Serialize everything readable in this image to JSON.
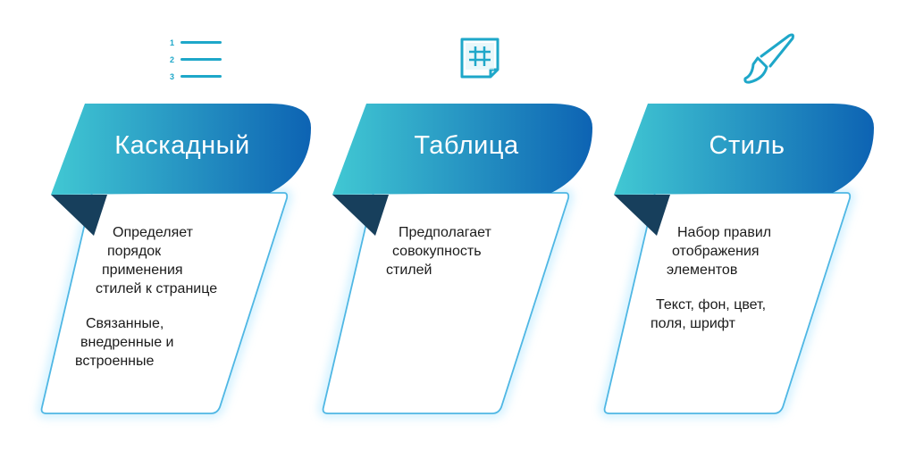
{
  "diagram": {
    "cards": [
      {
        "title": "Каскадный",
        "icon": "numbered-list-icon",
        "lines": [
          "Определяет",
          "порядок",
          "применения",
          "стилей к странице",
          "",
          "Связанные,",
          "внедренные и",
          "встроенные"
        ]
      },
      {
        "title": "Таблица",
        "icon": "grid-table-icon",
        "lines": [
          "Предполагает",
          "совокупность",
          "стилей"
        ]
      },
      {
        "title": "Стиль",
        "icon": "paintbrush-icon",
        "lines": [
          "Набор правил",
          "отображения",
          "элементов",
          "",
          "Текст, фон, цвет,",
          "поля, шрифт"
        ]
      }
    ],
    "icon_numbers": [
      "1",
      "2",
      "3"
    ],
    "colors": {
      "accent_light": "#41c8d3",
      "accent_dark": "#0d63b3",
      "fold": "#173f5c",
      "card_glow": "#a9e4ff",
      "text": "#1b1b1b"
    }
  }
}
